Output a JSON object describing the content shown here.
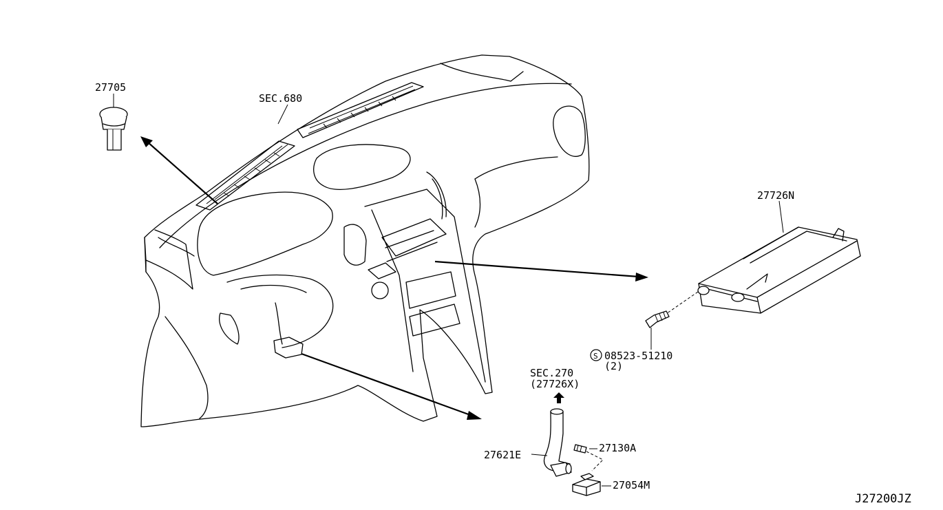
{
  "diagram_id": "J27200JZ",
  "references": {
    "sec680": "SEC.680",
    "sec270": "SEC.270",
    "sec270_sub": "(27726X)"
  },
  "parts": {
    "p27705": "27705",
    "p27726N": "27726N",
    "screw_symbol": "S",
    "screw": "08523-51210",
    "screw_qty": "(2)",
    "p27621E": "27621E",
    "p27130A": "27130A",
    "p27054M": "27054M"
  }
}
